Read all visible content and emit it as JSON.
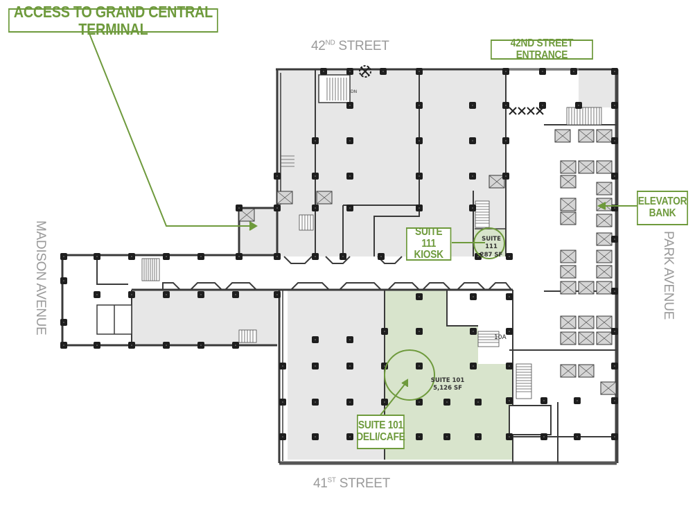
{
  "title": "Floor plan — ground floor near Grand Central Terminal",
  "streets": {
    "north": {
      "number": "42",
      "suffix": "ND",
      "name": "STREET"
    },
    "south": {
      "number": "41",
      "suffix": "ST",
      "name": "STREET"
    },
    "west": "MADISON AVENUE",
    "east": "PARK AVENUE"
  },
  "callouts": {
    "grand_central": "ACCESS TO GRAND CENTRAL TERMINAL",
    "entrance_42nd": "42ND STREET ENTRANCE",
    "elevator_bank_line1": "ELEVATOR",
    "elevator_bank_line2": "BANK",
    "suite111_line1": "SUITE 111",
    "suite111_line2": "KIOSK",
    "suite101_line1": "SUITE 101",
    "suite101_line2": "DELI/CAFE"
  },
  "suites": [
    {
      "id": "111",
      "label": "SUITE 111",
      "area": "287 SF"
    },
    {
      "id": "101",
      "label": "SUITE 101",
      "area": "5,126 SF"
    }
  ],
  "room_tags": {
    "door_10a": "10A",
    "stair_dn": "DN"
  },
  "colors": {
    "accent_green": "#6e9a3c",
    "highlight_fill": "#d8e4cc",
    "space_fill": "#e7e7e7",
    "wall": "#3a3a3a",
    "street_text": "#9a9a9a"
  }
}
